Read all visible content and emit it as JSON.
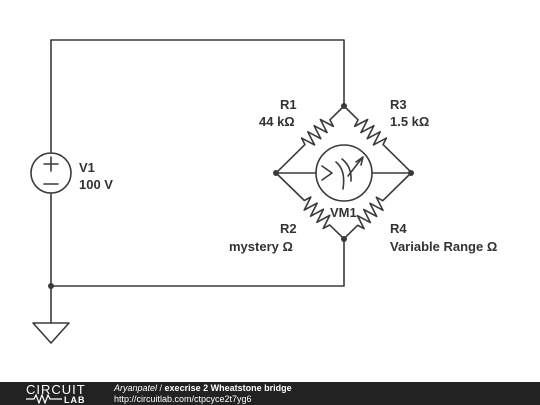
{
  "schematic": {
    "v1": {
      "name": "V1",
      "value": "100 V"
    },
    "r1": {
      "name": "R1",
      "value": "44 kΩ"
    },
    "r2": {
      "name": "R2",
      "value": "mystery Ω"
    },
    "r3": {
      "name": "R3",
      "value": "1.5 kΩ"
    },
    "r4": {
      "name": "R4",
      "value": "Variable Range Ω"
    },
    "vm1": {
      "name": "VM1"
    }
  },
  "footer": {
    "logo_top": "CIRCUIT",
    "logo_bottom": "LAB",
    "author": "Aryanpatel",
    "separator": " / ",
    "title": "execrise 2 Wheatstone bridge",
    "url": "http://circuitlab.com/ctpcyce2t7yg6"
  },
  "colors": {
    "wire": "#3a3a3a",
    "footer_bg": "#222222",
    "text": "#333333"
  }
}
